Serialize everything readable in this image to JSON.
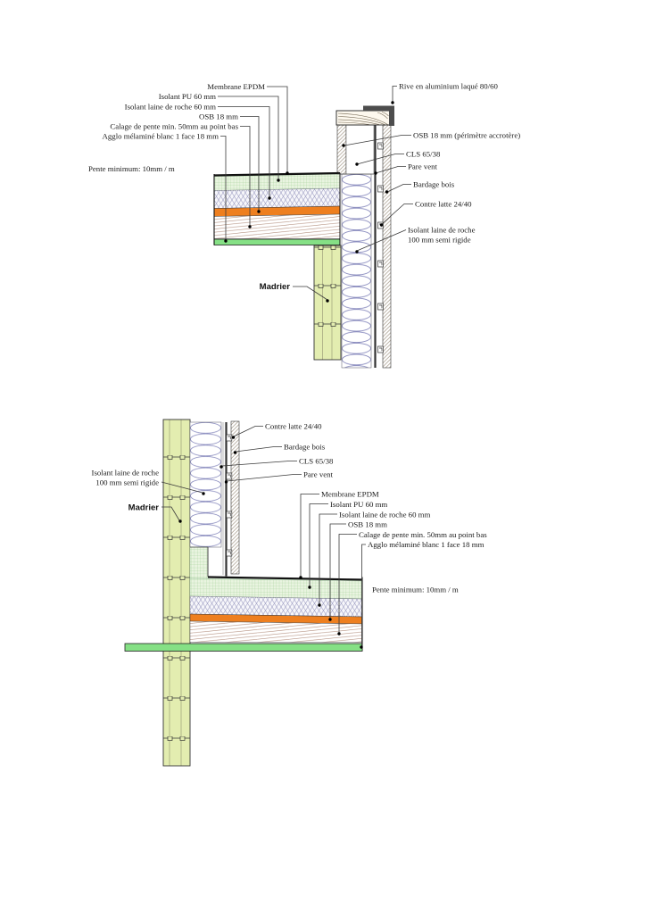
{
  "document": {
    "type": "construction-detail-drawing",
    "background": "#ffffff"
  },
  "colors": {
    "pu_grid_bg": "#e9f4e0",
    "pu_grid_line": "#a3d198",
    "rockwool60_bg": "#f6f6fa",
    "rockwool60_line": "#9a9ac0",
    "osb_orange": "#ee7f1f",
    "calage_hatch_line": "#b08a78",
    "agglo_green": "#85e085",
    "madrier_wood": "#e3edb0",
    "wool_coil_stroke": "#8789bd",
    "bardage_hatch_line": "#998c7a",
    "rive_aluminium": "#4d4d4d",
    "membrane_black": "#111111"
  },
  "top": {
    "labels": {
      "membrane": "Membrane EPDM",
      "isolant_pu": "Isolant PU 60 mm",
      "laine_60": "Isolant laine de roche 60 mm",
      "osb": "OSB 18 mm",
      "calage": "Calage de pente min. 50mm au point bas",
      "agglo": "Agglo mélaminé blanc 1 face 18 mm",
      "pente": "Pente minimum: 10mm / m",
      "rive": "Rive en aluminium laqué 80/60",
      "osb_acrotere": "OSB 18 mm (périmètre accrotère)",
      "cls": "CLS 65/38",
      "pare_vent": "Pare vent",
      "bardage": "Bardage bois",
      "contre_latte": "Contre latte 24/40",
      "laine_100_l1": "Isolant laine de roche",
      "laine_100_l2": "100 mm semi rigide",
      "madrier": "Madrier"
    }
  },
  "bottom": {
    "labels": {
      "contre_latte": "Contre latte 24/40",
      "bardage": "Bardage bois",
      "cls": "CLS 65/38",
      "pare_vent": "Pare vent",
      "laine_100_l1": "Isolant laine de roche",
      "laine_100_l2": "100 mm semi rigide",
      "madrier": "Madrier",
      "membrane": "Membrane EPDM",
      "isolant_pu": "Isolant PU 60 mm",
      "laine_60": "Isolant laine de roche 60 mm",
      "osb": "OSB 18 mm",
      "calage": "Calage de pente min. 50mm au point bas",
      "agglo": "Agglo mélaminé blanc 1 face 18 mm",
      "pente": "Pente minimum: 10mm / m"
    }
  }
}
